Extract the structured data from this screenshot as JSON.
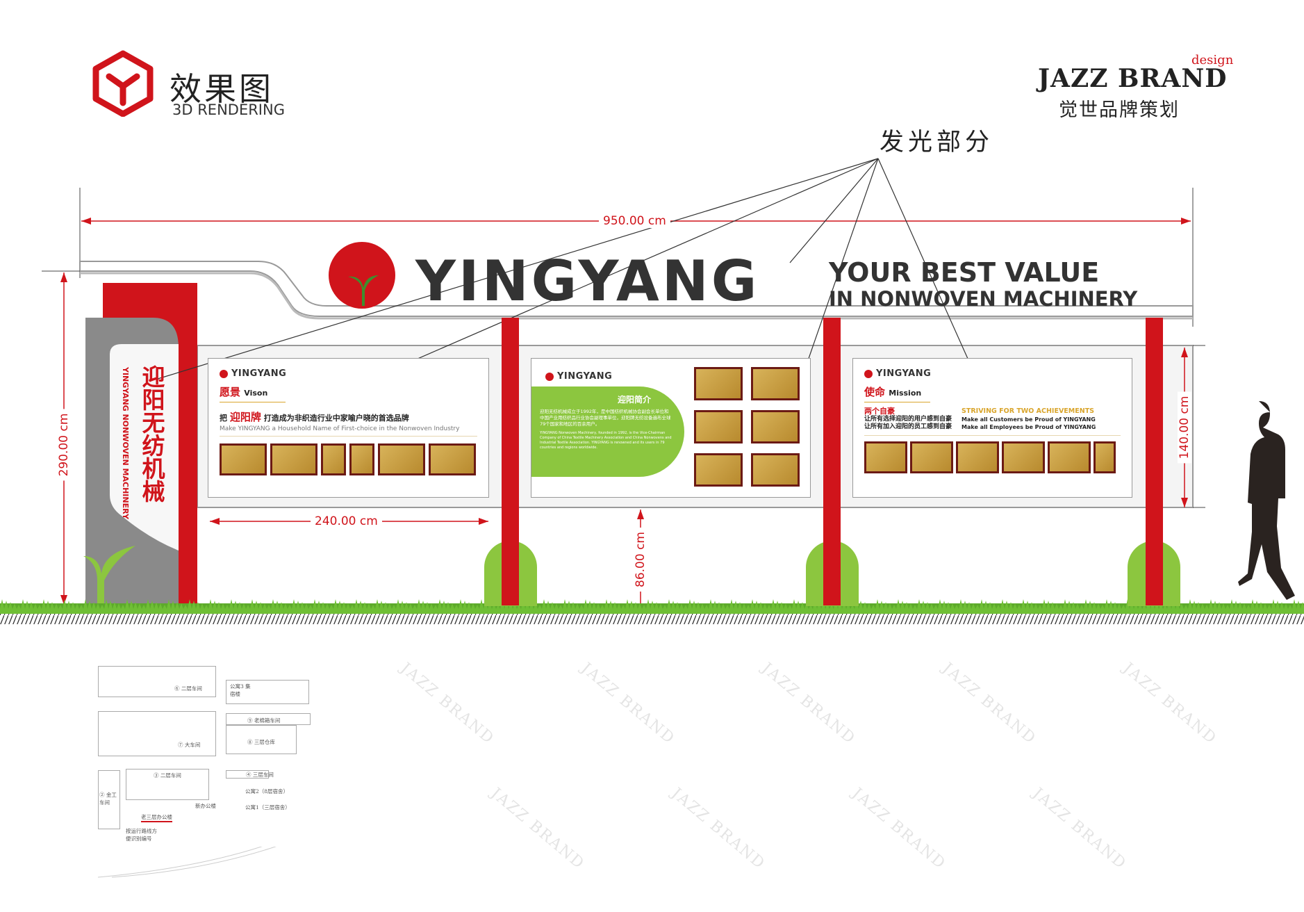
{
  "header_left": {
    "title_cn": "效果图",
    "title_en": "3D RENDERING"
  },
  "header_right": {
    "brand": "JAZZ BRAND",
    "brand_sub": "design",
    "brand_cn": "觉世品牌策划"
  },
  "watermark": "JAZZ BRAND",
  "callout": "发光部分",
  "dimensions": {
    "total_width": "950.00 cm",
    "total_height": "290.00 cm",
    "panel_width": "240.00 cm",
    "clearance": "86.00 cm",
    "panel_height": "140.00 cm"
  },
  "sign": {
    "brand": "YINGYANG",
    "tagline_1": "YOUR BEST VALUE",
    "tagline_2": "IN NONWOVEN MACHINERY",
    "pylon_cn": "迎阳无纺机械",
    "pylon_en": "YINGYANG NONWOVEN MACHINERY"
  },
  "panels": [
    {
      "logo": "YINGYANG",
      "title_cn": "愿景",
      "title_en": "Vison",
      "line_pre": "把",
      "line_brand": "迎阳牌",
      "line_post": "打造成为非织造行业中家喻户晓的首选品牌",
      "line_en": "Make YINGYANG a Household Name of First-choice in the Nonwoven Industry"
    },
    {
      "logo": "YINGYANG",
      "title_cn": "迎阳简介",
      "intro_cn": "迎阳无纺机械成立于1992年，是中国纺织机械协会副会长单位和中国产业用纺织品行业协会副理事单位，迎阳牌无纺设备遍布全球79个国家和地区的百余用户。",
      "intro_en": "YINGYANG Nonwoven Machinery, founded in 1992, is the Vice-Chairman Company of China Textile Machinery Association and China Nonwovens and Industrial Textile Association. YINGYANG is renowned and its users in 79 countries and regions worldwide."
    },
    {
      "logo": "YINGYANG",
      "title_cn": "使命",
      "title_en": "Mission",
      "sub_cn": "两个自豪",
      "line_cn_1": "让所有选择迎阳的用户感到自豪",
      "line_cn_2": "让所有加入迎阳的员工感到自豪",
      "sub_en": "STRIVING FOR TWO ACHIEVEMENTS",
      "line_en_1": "Make all Customers be Proud of YINGYANG",
      "line_en_2": "Make all Employees be Proud of YINGYANG"
    }
  ],
  "site_plan": {
    "labels": [
      "⑥ 二层车间",
      "公寓3 集宿楼",
      "⑦ 大车间",
      "⑨ 老棉箱车间",
      "⑧ 三层仓库",
      "③ 二层车间",
      "④ 三层车间",
      "② 金工车间",
      "公寓2（8层宿舍）",
      "公寓1（三层宿舍）",
      "新办公楼",
      "老三层办公楼",
      "按运行路线方便识别编号"
    ]
  },
  "colors": {
    "red": "#d0141b",
    "green": "#8cc63f",
    "gray": "#888888",
    "gold": "#d9a52c"
  }
}
